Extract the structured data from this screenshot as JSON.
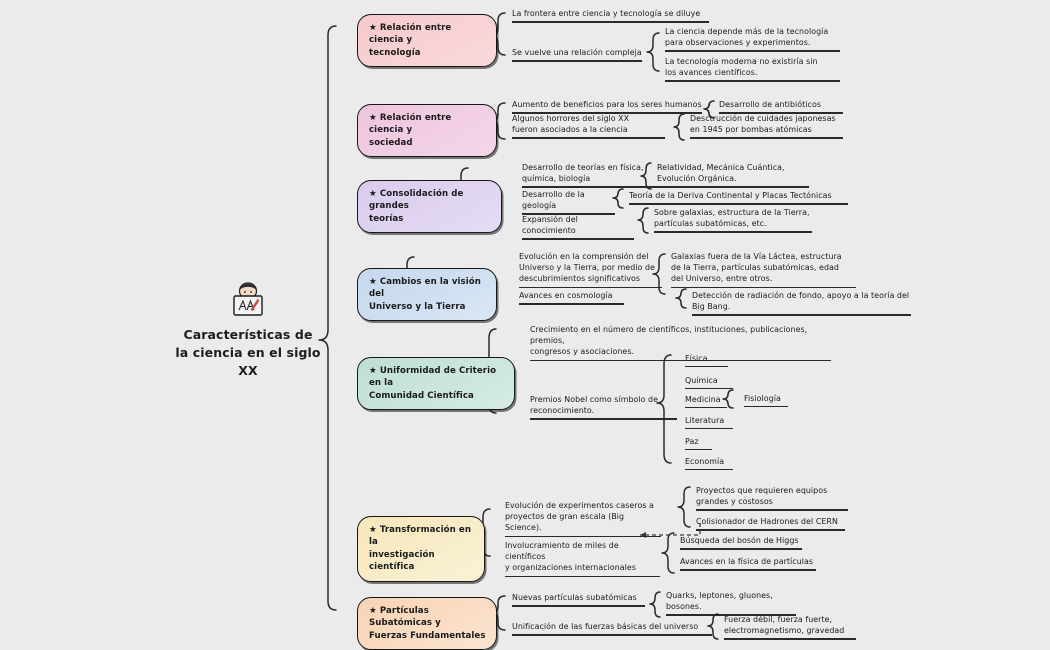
{
  "meta": {
    "background": "#ebebeb",
    "ink": "#1b1b1b"
  },
  "root": {
    "icon": "person-whiteboard-icon",
    "title_lines": [
      "Características de",
      "la ciencia en el siglo",
      "XX"
    ],
    "title": "Características de la ciencia en el siglo XX"
  },
  "branches": [
    {
      "id": "relacion-ciencia-tecnologia",
      "label": "★ Relación entre ciencia y tecnología",
      "label_lines": [
        "★ Relación entre ciencia y",
        "tecnología"
      ],
      "color": "#f6c9cc",
      "color_end": "#f9d9da",
      "children": [
        {
          "label": "La frontera entre ciencia y tecnología se diluye",
          "lines": [
            "La frontera entre ciencia y tecnología se diluye"
          ],
          "children": []
        },
        {
          "label": "Se vuelve una relación compleja",
          "lines": [
            "Se vuelve una relación compleja"
          ],
          "children": [
            {
              "label": "La ciencia depende más de la tecnología para observaciones y experimentos.",
              "lines": [
                "La ciencia depende más de la tecnología",
                "para observaciones y experimentos."
              ]
            },
            {
              "label": "La tecnología moderna no existiría sin los avances científicos.",
              "lines": [
                "La tecnología moderna no existiría sin",
                "los avances científicos."
              ]
            }
          ]
        }
      ]
    },
    {
      "id": "relacion-ciencia-sociedad",
      "label": "★ Relación entre ciencia y sociedad",
      "label_lines": [
        "★ Relación entre ciencia y",
        "sociedad"
      ],
      "color": "#eec4de",
      "color_end": "#f4d7e8",
      "children": [
        {
          "label": "Aumento de beneficios para los seres humanos",
          "lines": [
            "Aumento de beneficios para los seres humanos"
          ],
          "children": [
            {
              "label": "Desarrollo de antibióticos",
              "lines": [
                "Desarrollo de antibióticos"
              ]
            }
          ]
        },
        {
          "label": "Algunos horrores del siglo XX fueron asociados a la ciencia",
          "lines": [
            "Algunos horrores del siglo XX",
            "fueron asociados a la ciencia"
          ],
          "children": [
            {
              "label": "Desctrucción de cuidades japonesas en 1945 por bombas atómicas",
              "lines": [
                "Desctrucción de cuidades japonesas",
                "en 1945 por bombas atómicas"
              ]
            }
          ]
        }
      ]
    },
    {
      "id": "consolidacion-grandes-teorias",
      "label": "★ Consolidación de grandes teorías",
      "label_lines": [
        "★ Consolidación de grandes",
        "teorías"
      ],
      "color": "#d9cbee",
      "color_end": "#e6dcf5",
      "children": [
        {
          "label": "Desarrollo de teorías en física, química, biología",
          "lines": [
            "Desarrollo de teorías en física,",
            "química, biología"
          ],
          "children": [
            {
              "label": "Relatividad, Mecánica Cuántica, Evolución Orgánica.",
              "lines": [
                "Relatividad, Mecánica Cuántica,",
                "Evolución Orgánica."
              ]
            }
          ]
        },
        {
          "label": "Desarrollo de la geología",
          "lines": [
            "Desarrollo de la geología"
          ],
          "children": [
            {
              "label": "Teoría de la Deriva Continental y Placas Tectónicas",
              "lines": [
                "Teoría de la Deriva Continental y Placas Tectónicas"
              ]
            }
          ]
        },
        {
          "label": "Expansión del conocimiento",
          "lines": [
            "Expansión del conocimiento"
          ],
          "children": [
            {
              "label": "Sobre galaxias, estructura de la Tierra, partículas subatómicas, etc.",
              "lines": [
                "Sobre galaxias, estructura de la Tierra,",
                "partículas subatómicas, etc."
              ]
            }
          ]
        }
      ]
    },
    {
      "id": "cambios-vision-universo",
      "label": "★ Cambios en la visión del Universo y la Tierra",
      "label_lines": [
        "★ Cambios en la visión del",
        "Universo y la Tierra"
      ],
      "color": "#c5d8ee",
      "color_end": "#d9e6f4",
      "children": [
        {
          "label": "Evolución en la comprensión del Universo y la Tierra, por medio de descubrimientos significativos",
          "lines": [
            "Evolución en la comprensión del",
            "Universo y la Tierra, por medio de",
            "descubrimientos significativos"
          ],
          "children": [
            {
              "label": "Galaxias fuera de la Vía Láctea, estructura de la Tierra, partículas subatómicas, edad del Universo, entre otros.",
              "lines": [
                "Galaxias fuera de la Vía Láctea, estructura",
                "de la Tierra, partículas subatómicas, edad",
                "del Universo, entre otros."
              ]
            }
          ]
        },
        {
          "label": "Avances en cosmología",
          "lines": [
            "Avances en cosmología"
          ],
          "children": [
            {
              "label": "Detección de radiación de fondo, apoyo a la teoría del Big Bang.",
              "lines": [
                "Detección de radiación de fondo, apoyo a la teoría del Big Bang."
              ]
            }
          ]
        }
      ]
    },
    {
      "id": "uniformidad-criterio",
      "label": "★ Uniformidad de Criterio en la Comunidad Científica",
      "label_lines": [
        "★ Uniformidad de Criterio en la",
        "Comunidad Científica"
      ],
      "color": "#bfdfd3",
      "color_end": "#d5ebe2",
      "children": [
        {
          "label": "Crecimiento en el número de científicos, instituciones, publicaciones, premios, congresos y asociaciones.",
          "lines": [
            "Crecimiento en el número de científicos, instituciones, publicaciones, premios,",
            "congresos y asociaciones."
          ],
          "children": []
        },
        {
          "label": "Premios Nobel como símbolo de reconocimiento.",
          "lines": [
            "Premios Nobel como símbolo de",
            "reconocimiento."
          ],
          "children": [
            {
              "label": "Física",
              "lines": [
                "Física"
              ]
            },
            {
              "label": "Química",
              "lines": [
                "Química"
              ]
            },
            {
              "label": "Medicina",
              "lines": [
                "Medicina"
              ],
              "children": [
                {
                  "label": "Fisiología",
                  "lines": [
                    "Fisiología"
                  ]
                }
              ]
            },
            {
              "label": "Literatura",
              "lines": [
                "Literatura"
              ]
            },
            {
              "label": "Paz",
              "lines": [
                "Paz"
              ]
            },
            {
              "label": "Economía",
              "lines": [
                "Economía"
              ]
            }
          ]
        }
      ]
    },
    {
      "id": "transformacion-investigacion",
      "label": "★ Transformación en la investigación científica",
      "label_lines": [
        "★ Transformación en la",
        "investigación científica"
      ],
      "color": "#f6e7b8",
      "color_end": "#faf2d8",
      "children": [
        {
          "label": "Evolución de experimentos caseros a proyectos de gran escala (Big Science).",
          "lines": [
            "Evolución de experimentos caseros a",
            "proyectos de gran escala (Big Science)."
          ],
          "children": [
            {
              "label": "Proyectos que requieren equipos grandes y costosos",
              "lines": [
                "Proyectos que requieren equipos",
                "grandes y costosos"
              ]
            },
            {
              "label": "Colisionador de Hadrones del CERN",
              "lines": [
                "Colisionador de Hadrones del CERN"
              ]
            }
          ]
        },
        {
          "label": "Involucramiento de miles de científicos y organizaciones internacionales",
          "lines": [
            "Involucramiento de miles de científicos",
            "y organizaciones internacionales"
          ],
          "children": [
            {
              "label": "Búsqueda del bosón de Higgs",
              "lines": [
                "Búsqueda del bosón de Higgs"
              ]
            },
            {
              "label": "Avances en la física de partículas",
              "lines": [
                "Avances en la física de partículas"
              ]
            }
          ]
        }
      ]
    },
    {
      "id": "particulas-subatomicas",
      "label": "★ Partículas Subatómicas y Fuerzas Fundamentales",
      "label_lines": [
        "★ Partículas Subatómicas y",
        "Fuerzas Fundamentales"
      ],
      "color": "#f8d3b4",
      "color_end": "#fbe4d0",
      "children": [
        {
          "label": "Nuevas partículas subatómicas",
          "lines": [
            "Nuevas partículas subatómicas"
          ],
          "children": [
            {
              "label": "Quarks, leptones, gluones, bosones.",
              "lines": [
                "Quarks, leptones, gluones,",
                "bosones."
              ]
            }
          ]
        },
        {
          "label": "Unificación de las fuerzas básicas del universo",
          "lines": [
            "Unificación de las fuerzas básicas del universo"
          ],
          "children": [
            {
              "label": "Fuerza débil, fuerza fuerte, electromagnetismo, gravedad",
              "lines": [
                "Fuerza débil, fuerza fuerte,",
                "electromagnetismo, gravedad"
              ]
            }
          ]
        }
      ]
    }
  ],
  "connector_note": {
    "name": "dashed-cross-link",
    "from": "Colisionador de Hadrones del CERN",
    "to": "Involucramiento de miles de científicos y organizaciones internacionales"
  }
}
